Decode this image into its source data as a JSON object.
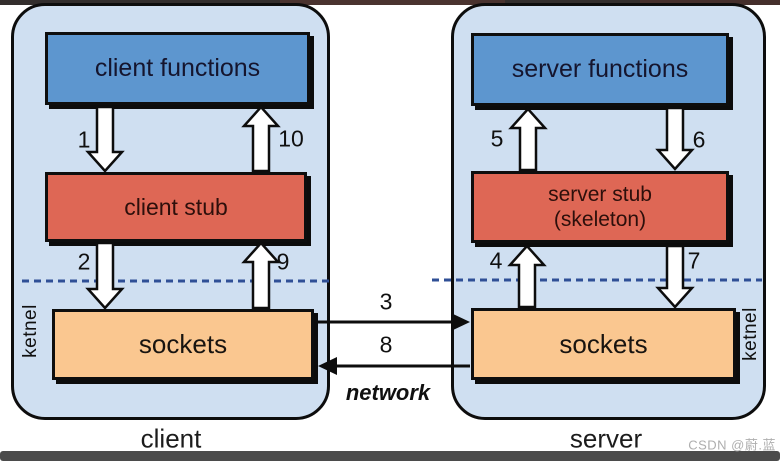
{
  "client_panel": {
    "functions_box": "client functions",
    "stub_box": "client stub",
    "sockets_box": "sockets",
    "kernel_label": "ketnel",
    "caption": "client"
  },
  "server_panel": {
    "functions_box": "server functions",
    "stub_box_line1": "server stub",
    "stub_box_line2": "(skeleton)",
    "sockets_box": "sockets",
    "kernel_label": "ketnel",
    "caption": "server"
  },
  "steps": {
    "s1": "1",
    "s2": "2",
    "s3": "3",
    "s4": "4",
    "s5": "5",
    "s6": "6",
    "s7": "7",
    "s8": "8",
    "s9": "9",
    "s10": "10"
  },
  "network_label": "network",
  "watermark": "CSDN @蔚.蓝",
  "colors": {
    "panel_fill": "#cfdff1",
    "functions_box_fill": "#5d96cf",
    "stub_box_fill": "#de6755",
    "sockets_box_fill": "#fac790",
    "dashed_kernel_line": "#2f4f96",
    "outline": "#0d0d0d"
  }
}
